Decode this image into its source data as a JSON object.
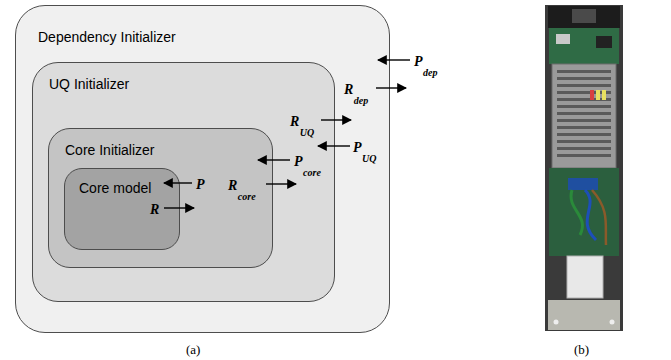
{
  "diagram": {
    "nodes": [
      {
        "text": [
          "Dependency Initializer"
        ]
      },
      {
        "text": [
          "UQ Initializer"
        ],
        "in": 0
      },
      {
        "text": [
          "Core Initializer"
        ],
        "in": 1
      },
      {
        "text": [
          "Core model"
        ],
        "in": 2
      }
    ],
    "labels": [
      "P",
      "R",
      "P",
      "core",
      "R",
      "core",
      "R",
      "UQ",
      "P",
      "UQ",
      "R",
      "dep",
      "P",
      "dep",
      "(a)",
      "(b)"
    ]
  }
}
